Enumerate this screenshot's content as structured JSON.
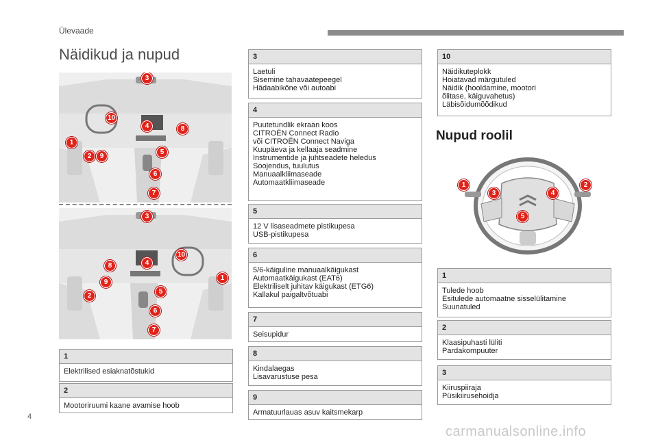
{
  "header": {
    "section": "Ülevaade"
  },
  "page": {
    "title": "Näidikud ja nupud",
    "number": "4"
  },
  "steering": {
    "title": "Nupud roolil"
  },
  "watermark": "carmanualsonline.info",
  "colors": {
    "accent_red": "#e2231a",
    "box_header": "#e3e3e3",
    "header_bar": "#8c8c8c"
  },
  "callouts_top": [
    "3",
    "10",
    "4",
    "8",
    "1",
    "2",
    "9",
    "5",
    "6",
    "7"
  ],
  "callouts_bottom": [
    "3",
    "10",
    "8",
    "4",
    "9",
    "1",
    "5",
    "2",
    "6",
    "7"
  ],
  "callouts_wheel": [
    "1",
    "3",
    "4",
    "2",
    "5"
  ],
  "left_boxes": [
    {
      "num": "1",
      "lines": [
        "Elektrilised esiaknatõstukid"
      ]
    },
    {
      "num": "2",
      "lines": [
        "Mootoriruumi kaane avamise hoob"
      ]
    }
  ],
  "mid_boxes": [
    {
      "num": "3",
      "lines": [
        "Laetuli",
        "Sisemine tahavaatepeegel",
        "Hädaabikõne või autoabi"
      ]
    },
    {
      "num": "4",
      "lines": [
        "Puutetundlik ekraan koos",
        "CITROËN Connect Radio",
        "või CITROËN Connect Naviga",
        "Kuupäeva ja kellaaja seadmine",
        "Instrumentide ja juhtseadete heledus",
        "Soojendus, tuulutus",
        "Manuaalkliimaseade",
        "Automaatkliimaseade"
      ]
    },
    {
      "num": "5",
      "lines": [
        "12 V lisaseadmete pistikupesa",
        "USB-pistikupesa"
      ]
    },
    {
      "num": "6",
      "lines": [
        "5/6-käiguline manuaalkäigukast",
        "Automaatkäigukast (EAT6)",
        "Elektriliselt juhitav käigukast (ETG6)",
        "Kallakul paigaltvõtuabi"
      ]
    },
    {
      "num": "7",
      "lines": [
        "Seisupidur"
      ]
    },
    {
      "num": "8",
      "lines": [
        "Kindalaegas",
        "Lisavarustuse pesa"
      ]
    },
    {
      "num": "9",
      "lines": [
        "Armatuurlauas asuv kaitsmekarp"
      ]
    }
  ],
  "right_boxes": [
    {
      "num": "10",
      "lines": [
        "Näidikuteplokk",
        "Hoiatavad märgutuled",
        "Näidik (hooldamine, mootori",
        "õlitase, käiguvahetus)",
        "Läbisõidumõõdikud"
      ]
    },
    {
      "num": "1",
      "lines": [
        "Tulede hoob",
        "Esitulede automaatne sisselülitamine",
        "Suunatuled"
      ]
    },
    {
      "num": "2",
      "lines": [
        "Klaasipuhasti lüliti",
        "Pardakompuuter"
      ]
    },
    {
      "num": "3",
      "lines": [
        "Kiiruspiiraja",
        "Püsikiirusehoidja"
      ]
    }
  ]
}
